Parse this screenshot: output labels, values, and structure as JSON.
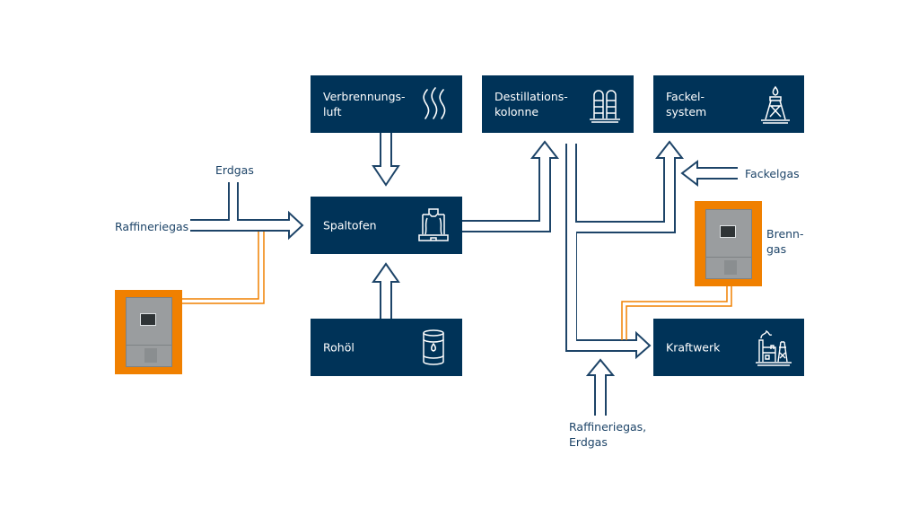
{
  "diagram": {
    "colors": {
      "box_fill": "#003358",
      "box_text": "#ffffff",
      "arrow_stroke": "#1d4468",
      "label_text": "#1d4468",
      "analyzer_highlight": "#f08000",
      "analyzer_line": "#f08000"
    },
    "boxes": [
      {
        "id": "verbrennungsluft",
        "label": "Verbrennungs-\nluft",
        "icon": "heat-waves-icon"
      },
      {
        "id": "destillationskolonne",
        "label": "Destillations-\nkolonne",
        "icon": "distillation-columns-icon"
      },
      {
        "id": "fackelsystem",
        "label": "Fackel-\nsystem",
        "icon": "flare-tower-icon"
      },
      {
        "id": "spaltofen",
        "label": "Spaltofen",
        "icon": "cracking-furnace-icon"
      },
      {
        "id": "rohoel",
        "label": "Rohöl",
        "icon": "oil-barrel-icon"
      },
      {
        "id": "kraftwerk",
        "label": "Kraftwerk",
        "icon": "power-plant-icon"
      }
    ],
    "external_labels": {
      "erdgas": "Erdgas",
      "raffineriegas": "Raffineriegas",
      "fackelgas": "Fackelgas",
      "brenngas": "Brenn-\ngas",
      "raffineriegas_erdgas": "Raffineriegas,\nErdgas"
    },
    "analyzers": [
      {
        "id": "analyzer-left",
        "device": "gas-analyzer-cabinet",
        "connected_to": "Raffineriegas / Erdgas feed to Spaltofen"
      },
      {
        "id": "analyzer-right",
        "device": "gas-analyzer-cabinet",
        "connected_to": "Brenngas feed to Kraftwerk"
      }
    ],
    "flows": [
      {
        "from": "Verbrennungsluft",
        "to": "Spaltofen"
      },
      {
        "from": "Rohöl",
        "to": "Spaltofen"
      },
      {
        "from": "Raffineriegas",
        "to": "Spaltofen"
      },
      {
        "from": "Erdgas",
        "to": "Spaltofen"
      },
      {
        "from": "Spaltofen",
        "to": "Destillationskolonne"
      },
      {
        "from": "Destillationskolonne",
        "to": "Fackelsystem"
      },
      {
        "from": "Fackelgas",
        "to": "Fackelsystem"
      },
      {
        "from": "Destillationskolonne",
        "to": "Kraftwerk"
      },
      {
        "from": "Raffineriegas, Erdgas",
        "to": "Kraftwerk"
      }
    ]
  }
}
